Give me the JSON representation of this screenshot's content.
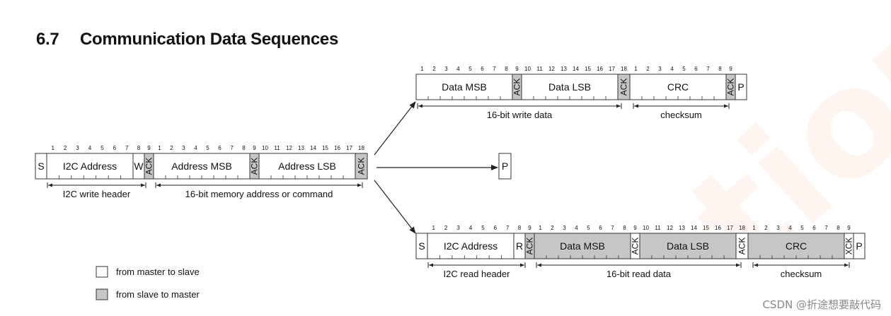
{
  "section": {
    "number": "6.7",
    "title": "Communication Data Sequences"
  },
  "colors": {
    "master": "#ffffff",
    "slave": "#c6c6c6",
    "stroke": "#333333",
    "text": "#111111"
  },
  "common": {
    "tokens": {
      "start": "S",
      "stop": "P",
      "write": "W",
      "read": "R",
      "ack": "ACK",
      "nack": "XCK"
    },
    "labels": {
      "i2c_address": "I2C Address",
      "address_msb": "Address MSB",
      "address_lsb": "Address LSB",
      "data_msb": "Data MSB",
      "data_lsb": "Data LSB",
      "crc": "CRC"
    }
  },
  "frames": {
    "write_header": {
      "brace_1": "I2C write header",
      "brace_2": "16-bit memory address or command"
    },
    "write_data": {
      "brace_1": "16-bit write data",
      "brace_2": "checksum"
    },
    "read": {
      "brace_1": "I2C read header",
      "brace_2": "16-bit read data",
      "brace_3": "checksum"
    }
  },
  "legend": {
    "master_to_slave": "from master to slave",
    "slave_to_master": "from slave to master"
  },
  "watermark": "CSDN @折途想要敲代码"
}
